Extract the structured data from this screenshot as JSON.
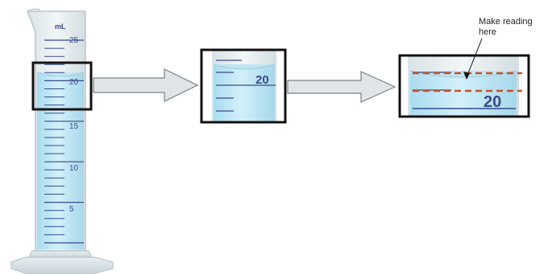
{
  "cylinder": {
    "unit": "mL",
    "tick_labels": [
      "25",
      "20",
      "15",
      "10",
      "5"
    ]
  },
  "zoom_medium": {
    "label": "20"
  },
  "zoom_large": {
    "label": "20"
  },
  "annotation": {
    "line1": "Make reading",
    "line2": "here"
  },
  "colors": {
    "liquid": "#bfe6f3",
    "glass_edge": "#c4d0d6",
    "tick": "#3a4a8a",
    "frame": "#111111",
    "arrow_fill": "#dfe3e5",
    "arrow_stroke": "#7a8186",
    "dashed_guide": "#c8502a"
  }
}
